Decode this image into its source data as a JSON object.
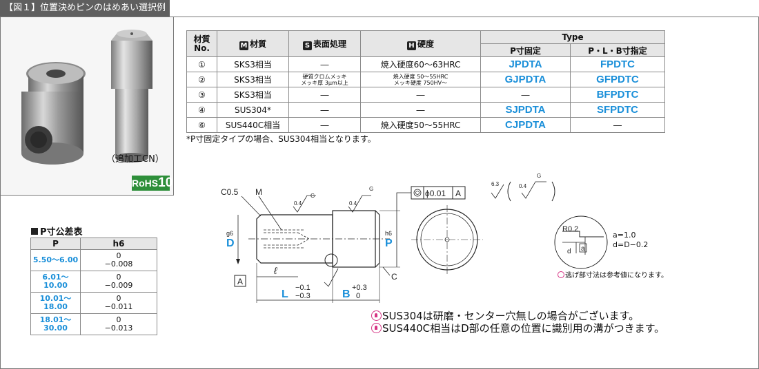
{
  "header": {
    "title": "【図１】位置決めピンのはめあい選択例"
  },
  "photo": {
    "caption": "（追加工CN）",
    "rohs_prefix": "RoHS",
    "rohs_number": "10"
  },
  "spec_table": {
    "col_material_no": "材質No.",
    "col_material": "材質",
    "col_surface": "表面処理",
    "col_hardness": "硬度",
    "col_type": "Type",
    "col_p_fixed": "P寸固定",
    "col_plb": "P・L・B寸指定",
    "badge_m": "M",
    "badge_s": "S",
    "badge_h": "H",
    "rows": [
      {
        "no": "①",
        "material": "SKS3相当",
        "surface": "―",
        "hardness": "焼入硬度60～63HRC",
        "p_fixed": "JPDTA",
        "plb": "FPDTC"
      },
      {
        "no": "②",
        "material": "SKS3相当",
        "surface_line1": "硬質クロムメッキ",
        "surface_line2": "メッキ厚 3μm以上",
        "hardness_line1": "焼入硬度 50～55HRC",
        "hardness_line2": "メッキ硬度 750HV～",
        "p_fixed": "GJPDTA",
        "plb": "GFPDTC"
      },
      {
        "no": "③",
        "material": "SKS3相当",
        "surface": "―",
        "hardness": "―",
        "p_fixed": "―",
        "plb": "BFPDTC"
      },
      {
        "no": "④",
        "material": "SUS304*",
        "surface": "―",
        "hardness": "―",
        "p_fixed": "SJPDTA",
        "plb": "SFPDTC"
      },
      {
        "no": "⑥",
        "material": "SUS440C相当",
        "surface": "―",
        "hardness": "焼入硬度50～55HRC",
        "p_fixed": "CJPDTA",
        "plb": "―"
      }
    ],
    "footnote": "*P寸固定タイプの場合、SUS304相当となります。"
  },
  "tolerance_table": {
    "title": "P寸公差表",
    "col_p": "P",
    "col_h6": "h6",
    "rows": [
      {
        "p": "5.50～6.00",
        "upper": "0",
        "lower": "−0.008"
      },
      {
        "p": "6.01～10.00",
        "upper": "0",
        "lower": "−0.009"
      },
      {
        "p": "10.01～18.00",
        "upper": "0",
        "lower": "−0.011"
      },
      {
        "p": "18.01～30.00",
        "upper": "0",
        "lower": "−0.013"
      }
    ]
  },
  "drawing": {
    "c05": "C0.5",
    "m": "M",
    "g": "G",
    "r04": "0.4",
    "dg6_d": "D",
    "dg6_sub": "g6",
    "ph6_p": "P",
    "ph6_sub": "h6",
    "datum": "A",
    "ell": "ℓ",
    "l": "L",
    "l_tol_upper": "−0.1",
    "l_tol_lower": "−0.3",
    "b": "B",
    "b_tol_upper": "+0.3",
    "b_tol_lower": "0",
    "c": "C",
    "concentricity": "ϕ0.01",
    "surface_63": "6.3",
    "r02": "R0.2",
    "a_label": "a",
    "d_label": "d"
  },
  "relief": {
    "a_value": "a=1.0",
    "d_value": "d=D−0.2",
    "note": "逃げ部寸法は参考値になります。"
  },
  "notes": {
    "line1": "SUS304は研磨・センター穴無しの場合がございます。",
    "line2": "SUS440C相当はD部の任意の位置に識別用の溝がつきます。"
  }
}
